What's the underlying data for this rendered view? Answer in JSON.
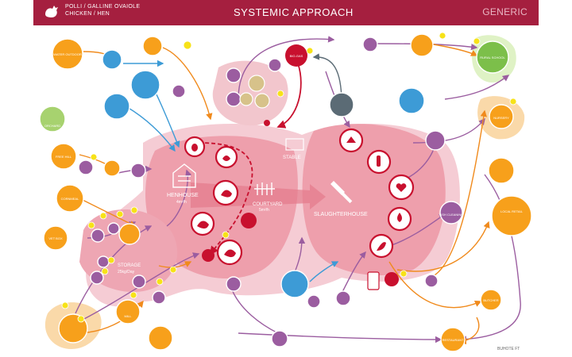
{
  "header": {
    "brand_line1": "POLLI / GALLINE OVAIOLE",
    "brand_line2": "CHICKEN / HEN",
    "title": "SYSTEMIC APPROACH",
    "subtitle": "GENERIC"
  },
  "areas": {
    "henhouse": "HENHOUSE",
    "henhouse_sub": "4m²/h",
    "courtyard": "COURTYARD",
    "courtyard_sub": "5m²/h",
    "slaughterhouse": "SLAUGHTERHOUSE",
    "storage": "STORAGE",
    "storage_sub": "25kg/Day",
    "stable": "STABLE"
  },
  "nodes": {
    "water_outdoor": "WATER OUTDOOR",
    "orchard": "ORCHARD",
    "free_hill": "FREE HILL",
    "cornmeal": "CORNMEAL",
    "vet_box": "VET BOX",
    "mill": "MILL",
    "local_retail": "LOCAL RETAIL",
    "butcher": "BUTCHER",
    "restaurant": "RESTAURANT",
    "fish_cleaning": "FISH CLEANING",
    "local_market": "LOCAL RETAIL",
    "daily_meal": "RURAL SCHOOL",
    "nursery": "NURSERY",
    "bio_gas": "BIO-GAS"
  },
  "credit": "BUHOTE FT"
}
